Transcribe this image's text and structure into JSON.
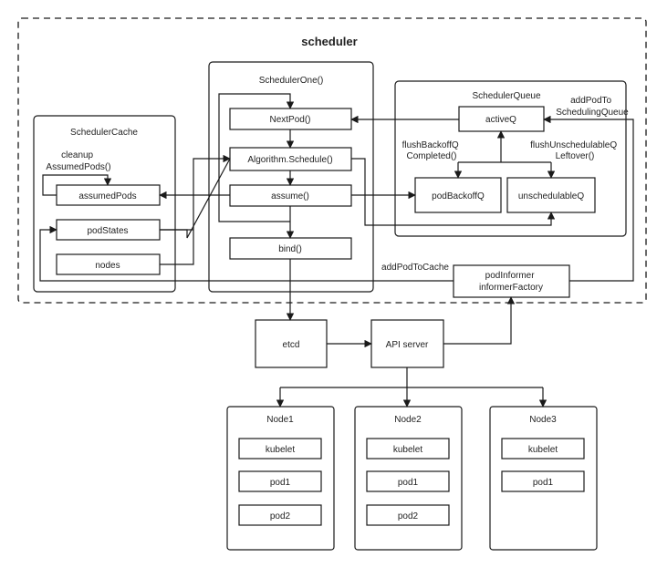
{
  "title": "scheduler",
  "scheduler_cache": {
    "header": "SchedulerCache",
    "cleanup_line1": "cleanup",
    "cleanup_line2": "AssumedPods()",
    "assumed_pods": "assumedPods",
    "pod_states": "podStates",
    "nodes": "nodes"
  },
  "scheduler_one": {
    "header": "SchedulerOne()",
    "next_pod": "NextPod()",
    "algorithm_schedule": "Algorithm.Schedule()",
    "assume": "assume()",
    "bind": "bind()"
  },
  "scheduler_queue": {
    "header": "SchedulerQueue",
    "active_q": "activeQ",
    "pod_backoff_q": "podBackoffQ",
    "unschedulable_q": "unschedulableQ",
    "flush_backoff_line1": "flushBackoffQ",
    "flush_backoff_line2": "Completed()",
    "flush_unschedulable_line1": "flushUnschedulableQ",
    "flush_unschedulable_line2": "Leftover()"
  },
  "add_pod_to_queue_line1": "addPodTo",
  "add_pod_to_queue_line2": "SchedulingQueue",
  "add_pod_to_cache": "addPodToCache",
  "informer_line1": "podInformer",
  "informer_line2": "informerFactory",
  "etcd": "etcd",
  "api_server": "API server",
  "nodes": [
    {
      "header": "Node1",
      "items": [
        "kubelet",
        "pod1",
        "pod2"
      ]
    },
    {
      "header": "Node2",
      "items": [
        "kubelet",
        "pod1",
        "pod2"
      ]
    },
    {
      "header": "Node3",
      "items": [
        "kubelet",
        "pod1"
      ]
    }
  ]
}
